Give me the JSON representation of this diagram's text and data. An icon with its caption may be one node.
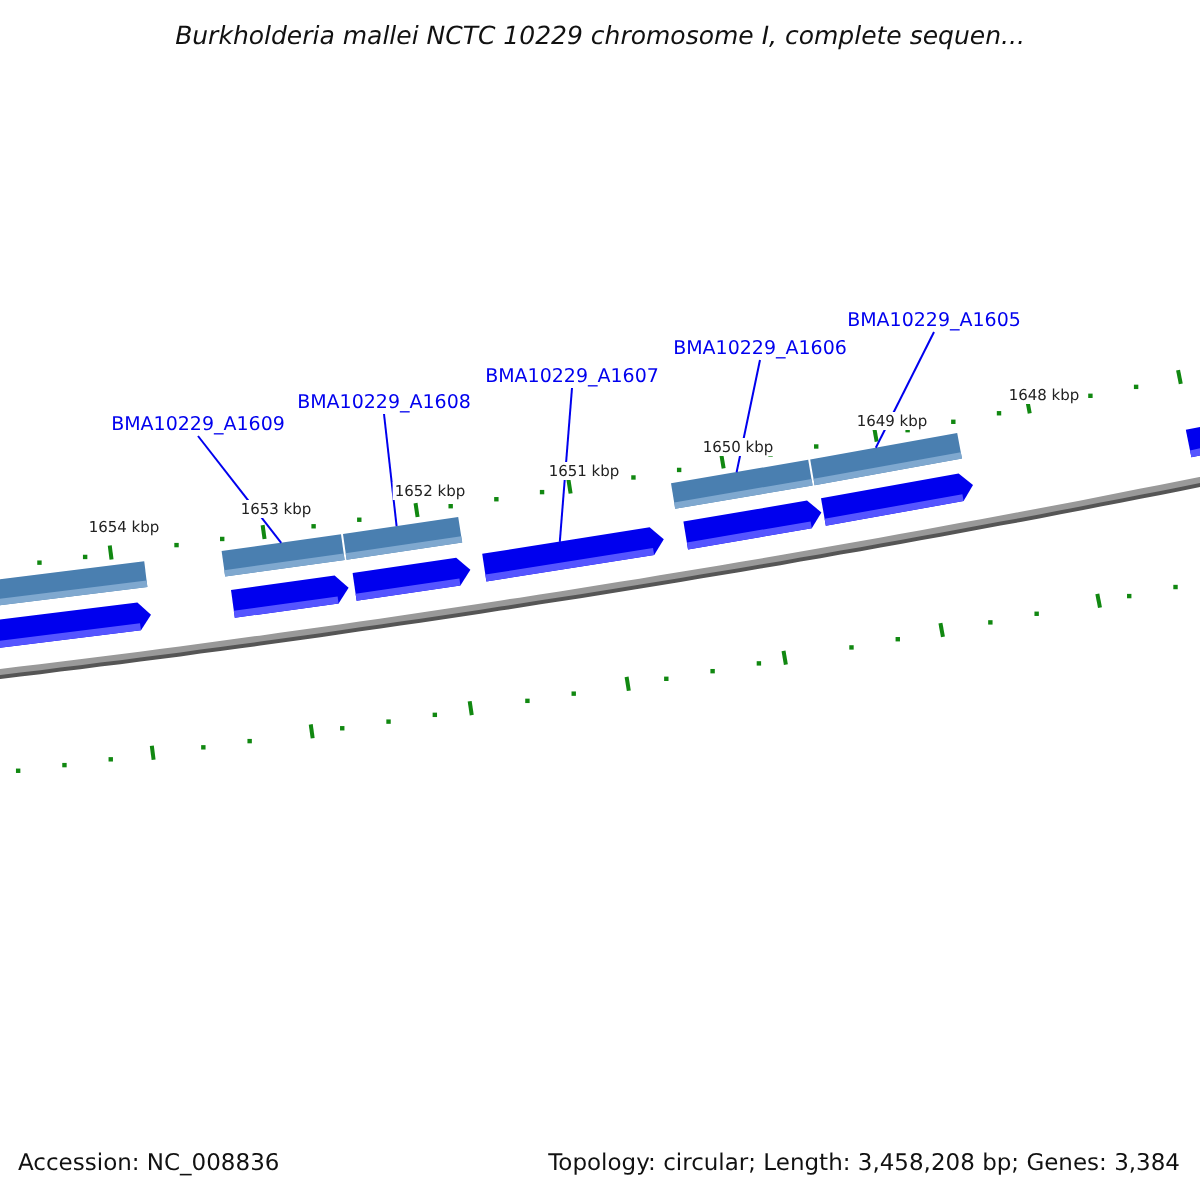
{
  "diagram": {
    "title": "Burkholderia mallei NCTC 10229 chromosome I, complete sequen...",
    "nodes": [
      {
        "text": [
          "BMA10229_A1609"
        ]
      },
      {
        "text": [
          "BMA10229_A1608"
        ]
      },
      {
        "text": [
          "BMA10229_A1607"
        ]
      },
      {
        "text": [
          "BMA10229_A1606"
        ]
      },
      {
        "text": [
          "BMA10229_A1605"
        ]
      },
      {
        "text": [],
        "shape": "bar"
      },
      {
        "text": [],
        "shape": "arrow"
      },
      {
        "text": [],
        "shape": "bar"
      },
      {
        "text": [],
        "shape": "arrow"
      },
      {
        "text": [],
        "shape": "bar"
      },
      {
        "text": [],
        "shape": "arrow"
      },
      {
        "text": [],
        "shape": "arrow"
      },
      {
        "text": [],
        "shape": "bar"
      },
      {
        "text": [],
        "shape": "arrow"
      },
      {
        "text": [],
        "shape": "bar"
      },
      {
        "text": [],
        "shape": "arrow"
      },
      {
        "text": [],
        "shape": "arrow"
      }
    ],
    "edges": [
      {
        "from": 0,
        "to": 7,
        "arrow": "none"
      },
      {
        "from": 1,
        "to": 9,
        "arrow": "none"
      },
      {
        "from": 2,
        "to": 11,
        "arrow": "none"
      },
      {
        "from": 3,
        "to": 12,
        "arrow": "none"
      },
      {
        "from": 4,
        "to": 14,
        "arrow": "none"
      }
    ],
    "labels": [
      "1654 kbp",
      "1653 kbp",
      "1652 kbp",
      "1651 kbp",
      "1650 kbp",
      "1649 kbp",
      "1648 kbp",
      "Accession: NC_008836",
      "Topology: circular; Length: 3,458,208 bp; Genes: 3,384"
    ]
  }
}
